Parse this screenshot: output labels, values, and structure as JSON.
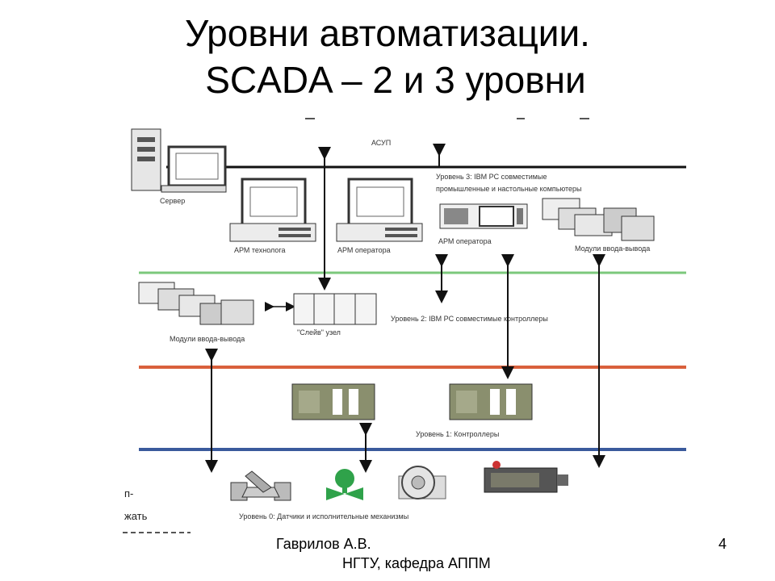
{
  "title": {
    "line1": "Уровни автоматизации.",
    "line2": "SCADA – 2 и 3 уровни"
  },
  "diagram": {
    "top_label": "АСУП",
    "server_label": "Сервер",
    "arm_technologist": "АРМ технолога",
    "arm_operator_1": "АРМ оператора",
    "arm_operator_2": "АРМ оператора",
    "io_modules_3": "Модули ввода-вывода",
    "io_modules_2": "Модули ввода-вывода",
    "slave_unit": "\"Слейв\" узел",
    "level3": "Уровень 3:  IBM PC совместимые промышленные и настольные компьютеры",
    "level3_a": "Уровень 3:   IBM PC совместимые",
    "level3_b": "промышленные и настольные компьютеры",
    "level2": "Уровень 2:  IBM PC совместимые контроллеры",
    "level1": "Уровень 1:  Контроллеры",
    "level0": "Уровень 0:  Датчики и исполнительные механизмы",
    "side_frag_1": "п-",
    "side_frag_2": "жать"
  },
  "footer": {
    "author": "Гаврилов А.В.",
    "org": "НГТУ, кафедра АППМ",
    "page": "4"
  },
  "colors": {
    "line_black": "#111111",
    "line_green": "#7cc87c",
    "line_red": "#d9603c",
    "line_blue": "#3a5a9c",
    "device_green": "#8a8f6e"
  }
}
